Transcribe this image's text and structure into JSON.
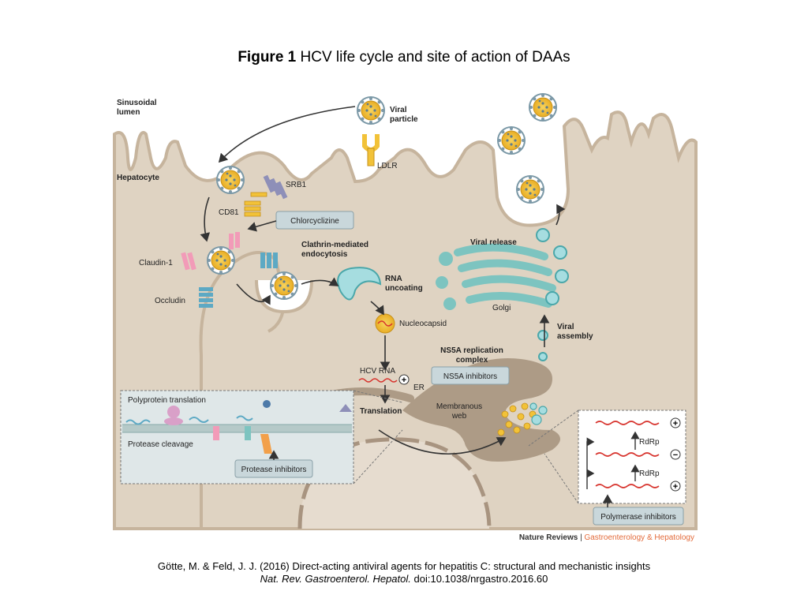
{
  "slide": {
    "figure_label": "Figure 1",
    "title": "HCV life cycle and site of action of DAAs"
  },
  "diagram": {
    "sinusoidal_lumen": [
      "Sinusoidal",
      "lumen"
    ],
    "hepatocyte": "Hepatocyte",
    "viral_particle": [
      "Viral",
      "particle"
    ],
    "ldlr": "LDLR",
    "srb1": "SRB1",
    "cd81": "CD81",
    "chlorcyclizine": "Chlorcyclizine",
    "clathrin": [
      "Clathrin-mediated",
      "endocytosis"
    ],
    "claudin": "Claudin-1",
    "occludin": "Occludin",
    "rna_uncoating": [
      "RNA",
      "uncoating"
    ],
    "nucleocapsid": "Nucleocapsid",
    "viral_release": "Viral release",
    "golgi": "Golgi",
    "viral_assembly": [
      "Viral",
      "assembly"
    ],
    "ns5a_complex": [
      "NS5A replication",
      "complex"
    ],
    "ns5a_inhibitors": "NS5A inhibitors",
    "hcv_rna": "HCV RNA",
    "er": "ER",
    "translation": "Translation",
    "membranous_web": [
      "Membranous",
      "web"
    ],
    "polyprotein_translation": "Polyprotein translation",
    "protease_cleavage": "Protease cleavage",
    "protease_inhibitors": "Protease inhibitors",
    "rdrp": "RdRp",
    "polymerase_inhibitors": "Polymerase inhibitors",
    "publisher": "Nature Reviews",
    "journal_section": "Gastroenterology & Hepatology"
  },
  "citation": {
    "line1": "Götte, M. & Feld, J. J. (2016) Direct-acting antiviral agents for hepatitis C: structural and mechanistic insights",
    "journal": "Nat. Rev. Gastroenterol. Hepatol.",
    "doi": " doi:10.1038/nrgastro.2016.60"
  },
  "colors": {
    "cytoplasm": "#dfd3c2",
    "membrane": "#c6b49d",
    "er": "#ad9b86",
    "golgi": "#7dc4c0",
    "virus_core": "#f2c238",
    "drug_box": "#c9d7db",
    "inset_box": "#dfe7e8",
    "rna": "#d7332d"
  }
}
